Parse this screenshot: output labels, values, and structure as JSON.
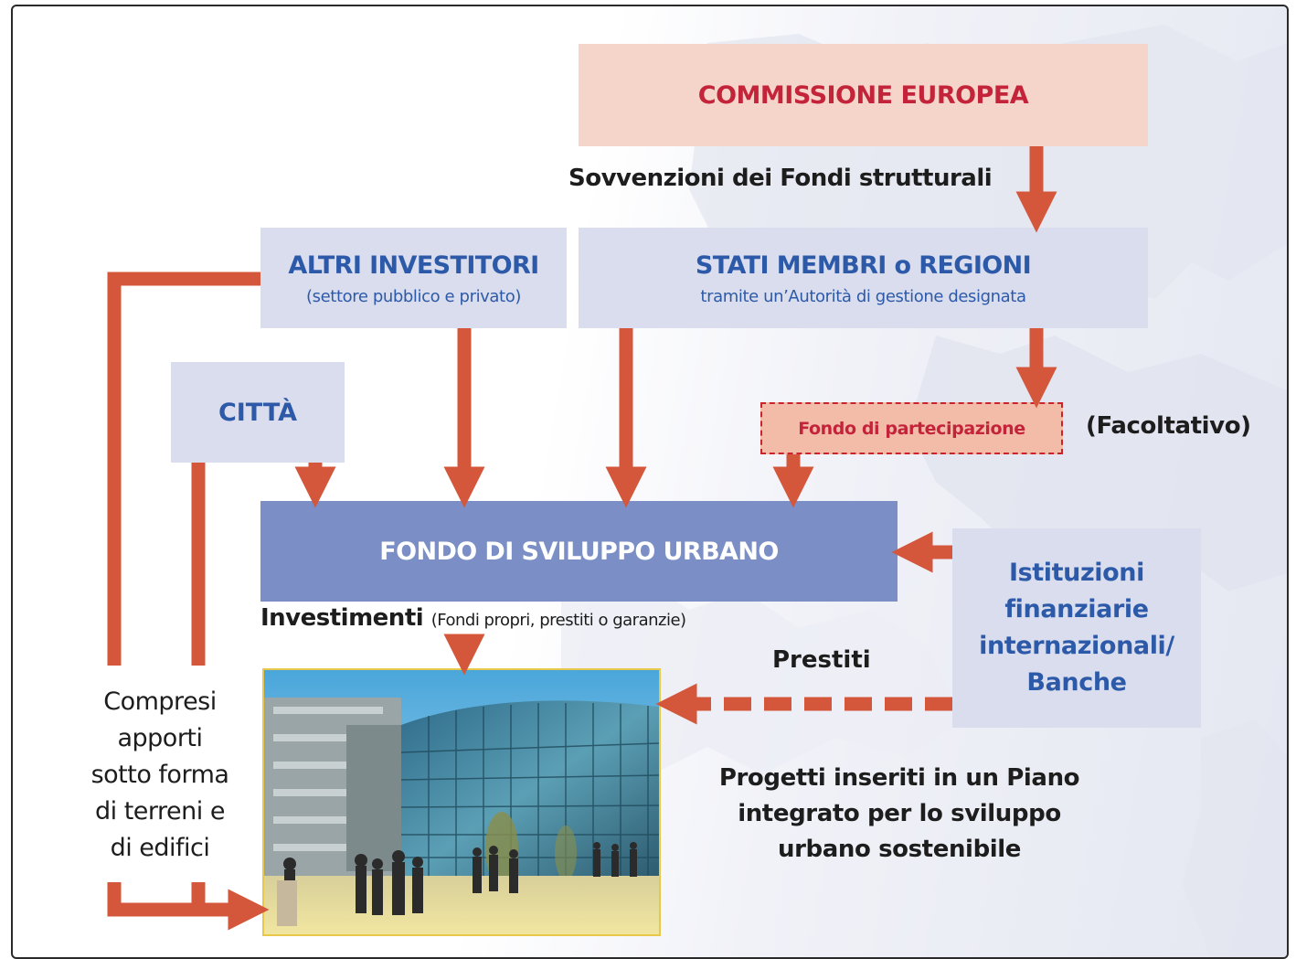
{
  "boxes": {
    "commissione": {
      "title": "COMMISSIONE EUROPEA"
    },
    "altri_investitori": {
      "title": "ALTRI INVESTITORI",
      "subtitle": "(settore pubblico e privato)"
    },
    "stati_membri": {
      "title": "STATI MEMBRI o REGIONI",
      "subtitle": "tramite un’Autorità di gestione designata"
    },
    "citta": {
      "title": "CITTÀ"
    },
    "fondo_partecipazione": {
      "title": "Fondo di partecipazione"
    },
    "fondo_sviluppo_urbano": {
      "title": "FONDO DI SVILUPPO URBANO"
    },
    "istituzioni": {
      "title": "Istituzioni\nfinanziarie\ninternazionali/\nBanche"
    }
  },
  "labels": {
    "sovvenzioni": "Sovvenzioni dei Fondi strutturali",
    "facoltativo": "(Facoltativo)",
    "investimenti": "Investimenti",
    "investimenti_sub": "(Fondi propri, prestiti o garanzie)",
    "prestiti": "Prestiti",
    "compresi": "Compresi\napporti\nsotto forma\ndi terreni e\ndi edifici",
    "progetti": "Progetti inseriti in un Piano\nintegrato per lo sviluppo\nurbano sostenibile"
  },
  "colors": {
    "arrow": "#d4573b",
    "box_light": "#d9ddee",
    "box_pink": "#f5d5c9",
    "fondo_blue": "#7b8fc6",
    "title_red": "#c3243a",
    "title_blue": "#2d5aa8"
  }
}
